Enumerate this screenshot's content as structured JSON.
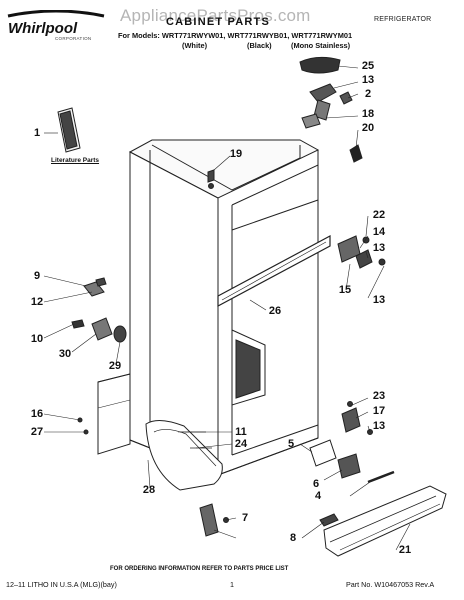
{
  "watermark": "AppliancePartsPros.com",
  "brand": {
    "wordmark": "Whirlpool",
    "corporation": "CORPORATION"
  },
  "header": {
    "title": "CABINET PARTS",
    "category": "REFRIGERATOR",
    "models_line": "For Models: WRT771RWYW01, WRT771RWYB01, WRT771RWYM01",
    "variants": [
      "(White)",
      "(Black)",
      "(Mono Stainless)"
    ]
  },
  "literature_label": "Literature Parts",
  "callouts": [
    "1",
    "2",
    "4",
    "5",
    "6",
    "7",
    "8",
    "9",
    "10",
    "11",
    "12",
    "13",
    "13",
    "13",
    "13",
    "13",
    "14",
    "15",
    "16",
    "17",
    "18",
    "19",
    "20",
    "21",
    "22",
    "23",
    "24",
    "25",
    "26",
    "27",
    "28",
    "29",
    "30"
  ],
  "footer": {
    "center": "FOR ORDERING INFORMATION REFER TO PARTS PRICE LIST",
    "left": "12–11 LITHO IN U.S.A (MLG)(bay)",
    "page": "1",
    "right": "Part No. W10467053 Rev.A"
  }
}
